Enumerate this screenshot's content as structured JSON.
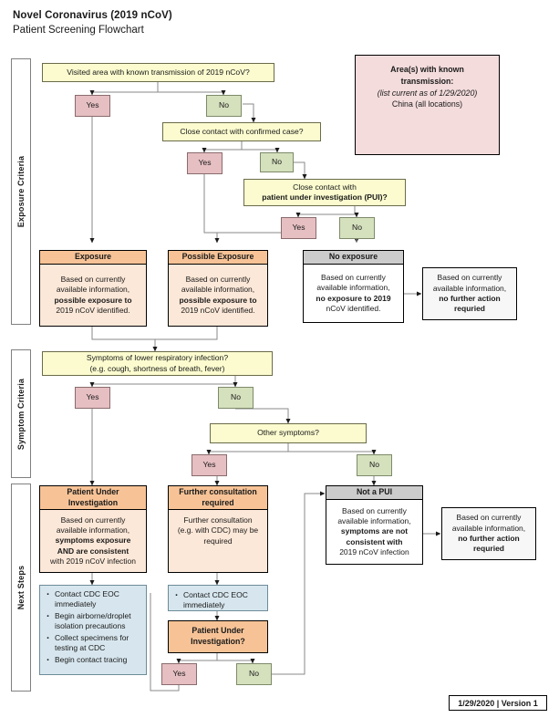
{
  "title": {
    "line1": "Novel Coronavirus (2019 nCoV)",
    "line2": "Patient Screening Flowchart"
  },
  "sections": [
    {
      "label": "Exposure Criteria"
    },
    {
      "label": "Symptom Criteria"
    },
    {
      "label": "Next Steps"
    }
  ],
  "legend": {
    "heading_line1": "Area(s) with known",
    "heading_line2": "transmission:",
    "note": "(list current as of 1/29/2020)",
    "entries": "China (all locations)"
  },
  "footer": {
    "version": "1/29/2020 | Version 1"
  },
  "labels": {
    "yes": "Yes",
    "no": "No"
  },
  "questions": {
    "q1": "Visited area with known transmission of 2019 nCoV?",
    "q2": "Close contact with confirmed case?",
    "q3_line1": "Close contact with",
    "q3_line2": "patient under investigation (PUI)?",
    "q4_line1": "Symptoms of lower respiratory infection?",
    "q4_line2": "(e.g. cough, shortness of breath, fever)",
    "q5": "Other symptoms?"
  },
  "outcomes": {
    "exposure": {
      "header": "Exposure",
      "body_line1": "Based on currently",
      "body_line2": "available information,",
      "body_line3": "possible exposure to",
      "body_line4": "2019 nCoV identified."
    },
    "possible_exposure": {
      "header": "Possible Exposure",
      "body_line1": "Based on currently",
      "body_line2": "available information,",
      "body_line3": "possible exposure to",
      "body_line4": "2019 nCoV identified."
    },
    "no_exposure": {
      "header": "No exposure",
      "body_line1": "Based on currently",
      "body_line2": "available information,",
      "body_line3": "no exposure to 2019",
      "body_line4": "nCoV identified."
    },
    "no_action_exposure": {
      "line1": "Based on currently",
      "line2": "available information,",
      "line3": "no further action",
      "line4": "requried"
    },
    "pui": {
      "header_line1": "Patient Under",
      "header_line2": "Investigation",
      "body_line1": "Based on currently",
      "body_line2": "available information,",
      "body_line3": "symptoms exposure",
      "body_line4": "AND are consistent",
      "body_line5": "with 2019 nCoV infection"
    },
    "further_consult": {
      "header_line1": "Further consultation",
      "header_line2": "required",
      "body_line1": "Further consultation",
      "body_line2": "(e.g. with CDC) may be",
      "body_line3": "required"
    },
    "not_a_pui": {
      "header": "Not a PUI",
      "body_line1": "Based on currently",
      "body_line2": "available information,",
      "body_line3": "symptoms are not",
      "body_line4": "consistent with",
      "body_line5": "2019 nCoV infection"
    },
    "no_action_symptoms": {
      "line1": "Based on currently",
      "line2": "available information,",
      "line3": "no further action",
      "line4": "requried"
    }
  },
  "actions": {
    "pui_steps": [
      "Contact CDC EOC immediately",
      "Begin airborne/droplet isolation precautions",
      "Collect specimens for testing at CDC",
      "Begin contact tracing"
    ],
    "consult_steps": [
      "Contact CDC EOC immediately"
    ],
    "pui_question_line1": "Patient Under",
    "pui_question_line2": "Investigation?"
  },
  "colors": {
    "question": "#fbfbcf",
    "yes": "#e6bfc2",
    "no": "#d5e0bd",
    "outcome_header": "#f7c396",
    "outcome_body": "#fce8d8",
    "gray_header": "#cccccc",
    "action": "#d7e6ee",
    "legend": "#f4dcdc",
    "connector": "#808080"
  }
}
